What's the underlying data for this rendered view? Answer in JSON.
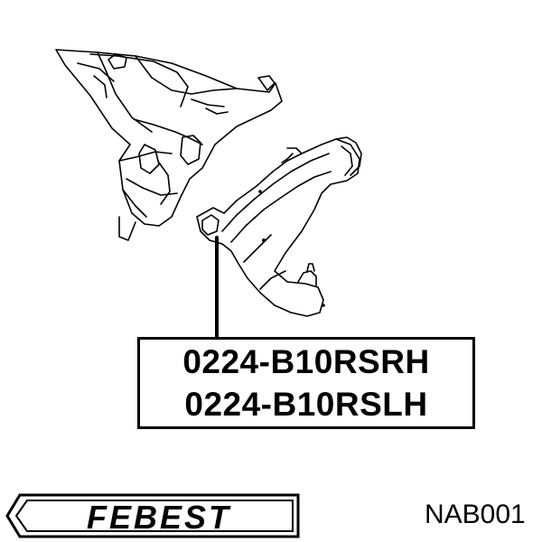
{
  "part_numbers": [
    "0224-B10RSRH",
    "0224-B10RSLH"
  ],
  "brand": {
    "logo_text": "FEBEST"
  },
  "catalog_code": "NAB001",
  "colors": {
    "line": "#000000",
    "background": "#ffffff"
  }
}
